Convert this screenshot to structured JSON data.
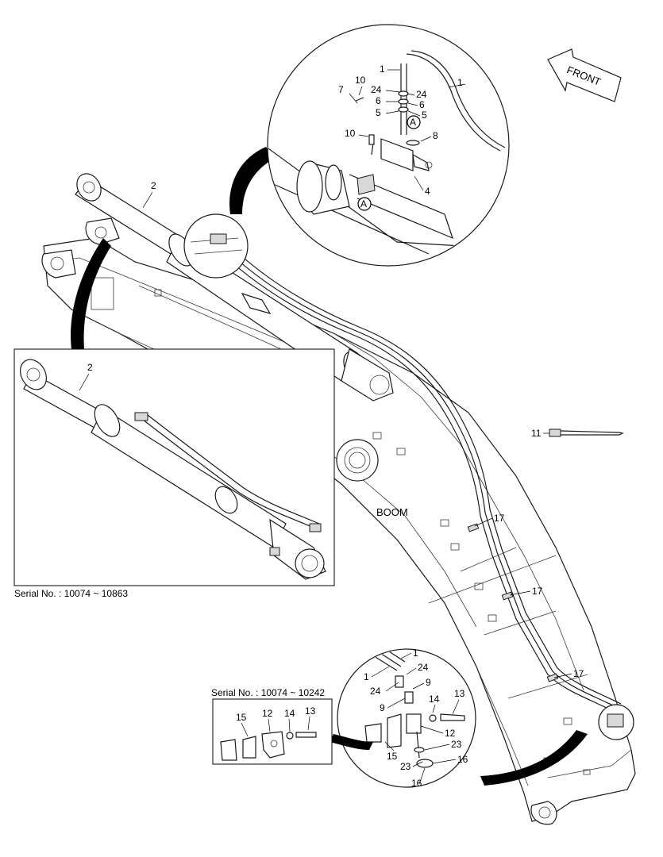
{
  "labels": {
    "front": "FRONT",
    "boom": "BOOM",
    "serial_main": "Serial No. : 10074 ~ 10863",
    "serial_small": "Serial No. : 10074 ~ 10242",
    "ref_a": "A"
  },
  "callouts": {
    "top_detail": [
      "1",
      "1",
      "10",
      "24",
      "24",
      "7",
      "6",
      "6",
      "5",
      "5",
      "10",
      "8",
      "4"
    ],
    "main": [
      "2",
      "11",
      "17",
      "17",
      "17"
    ],
    "inset_cylinder": [
      "2"
    ],
    "bottom_detail": [
      "1",
      "24",
      "1",
      "9",
      "24",
      "9",
      "14",
      "13",
      "12",
      "15",
      "23",
      "16",
      "23",
      "16"
    ],
    "small_box": [
      "15",
      "12",
      "14",
      "13"
    ]
  }
}
